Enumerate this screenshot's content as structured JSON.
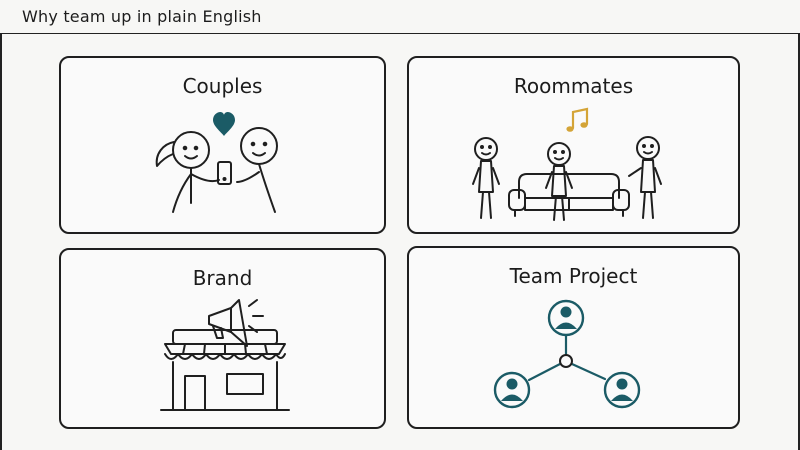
{
  "header": {
    "title": "Why team up in plain English"
  },
  "panels": [
    {
      "title": "Couples"
    },
    {
      "title": "Roommates"
    },
    {
      "title": "Brand"
    },
    {
      "title": "Team Project"
    }
  ],
  "colors": {
    "teal": "#1b5b66",
    "gold": "#d4a437",
    "ink": "#1f1f1f"
  },
  "icons": [
    "heart-icon",
    "music-note-icon",
    "phone-icon",
    "sofa-icon",
    "megaphone-icon",
    "storefront-icon",
    "person-node-icon"
  ]
}
